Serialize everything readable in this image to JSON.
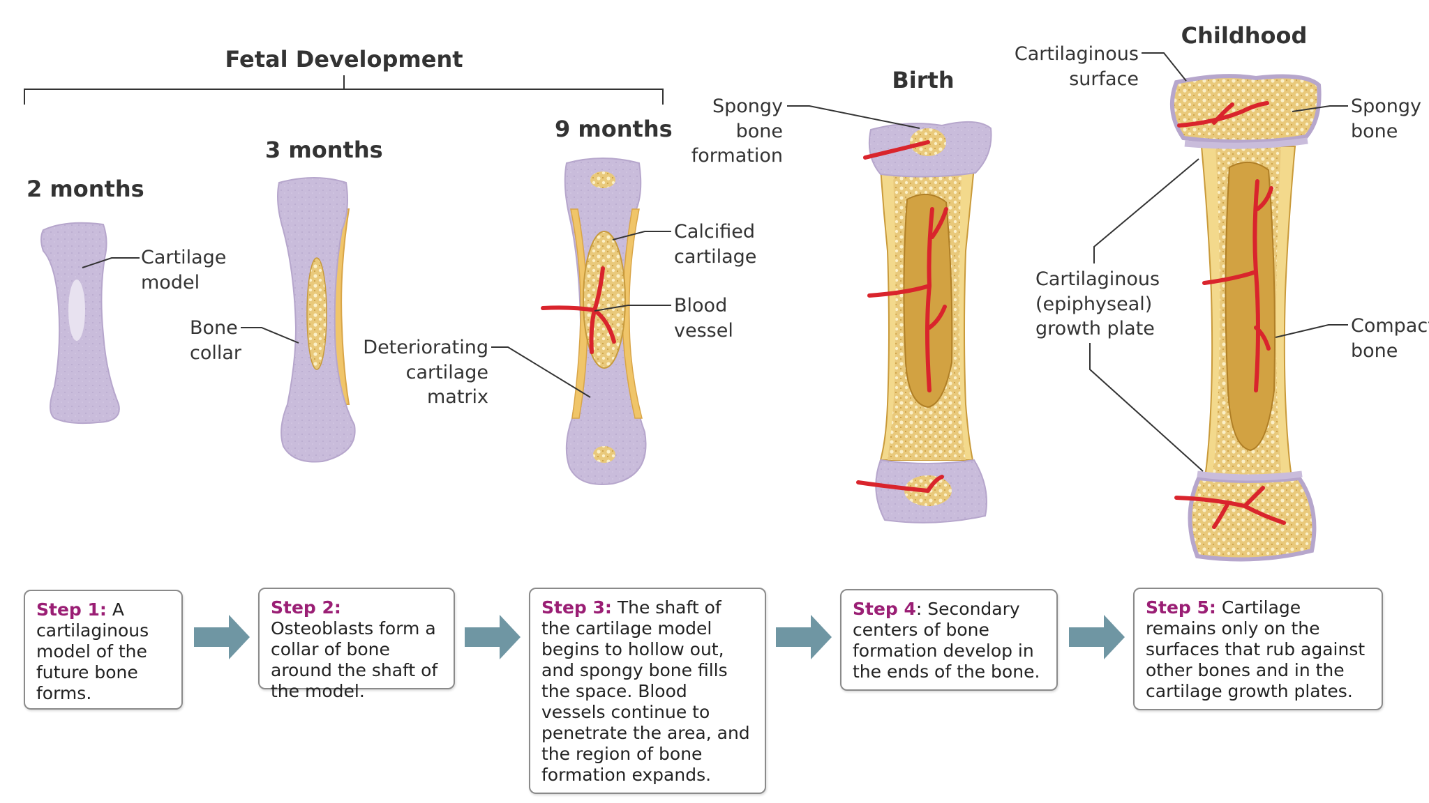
{
  "colors": {
    "cartilage": "#c9bcdb",
    "spongy_bone": "#e9c97b",
    "compact_bone": "#f3d98c",
    "blood_vessel": "#d9242c",
    "arrow": "#6f96a3",
    "step_label": "#9a1e74"
  },
  "titles": {
    "fetal_development": "Fetal Development",
    "two_months": "2 months",
    "three_months": "3 months",
    "nine_months": "9 months",
    "birth": "Birth",
    "childhood": "Childhood"
  },
  "labels": {
    "cartilage_model": [
      "Cartilage",
      "model"
    ],
    "bone_collar": [
      "Bone",
      "collar"
    ],
    "deteriorating_matrix": [
      "Deteriorating",
      "cartilage",
      "matrix"
    ],
    "calcified_cartilage": [
      "Calcified",
      "cartilage"
    ],
    "blood_vessel": [
      "Blood",
      "vessel"
    ],
    "spongy_bone_formation": [
      "Spongy",
      "bone",
      "formation"
    ],
    "cartilaginous_surface": [
      "Cartilaginous",
      "surface"
    ],
    "spongy_bone": [
      "Spongy",
      "bone"
    ],
    "growth_plate": [
      "Cartilaginous",
      "(epiphyseal)",
      "growth plate"
    ],
    "compact_bone": [
      "Compact",
      "bone"
    ]
  },
  "steps": [
    {
      "label": "Step 1:",
      "text": "A cartilaginous model of the future bone forms."
    },
    {
      "label": "Step 2:",
      "text": "Osteoblasts form a collar of bone around the shaft of the model."
    },
    {
      "label": "Step 3:",
      "text": "The shaft of the cartilage model begins to hollow out, and spongy bone fills the space. Blood vessels continue to penetrate the area, and the region of bone formation expands."
    },
    {
      "label": "Step 4",
      "text": ": Secondary centers of bone formation develop in the ends of the bone."
    },
    {
      "label": "Step 5:",
      "text": "Cartilage remains only on the surfaces that rub against other bones and in the cartilage growth plates."
    }
  ]
}
